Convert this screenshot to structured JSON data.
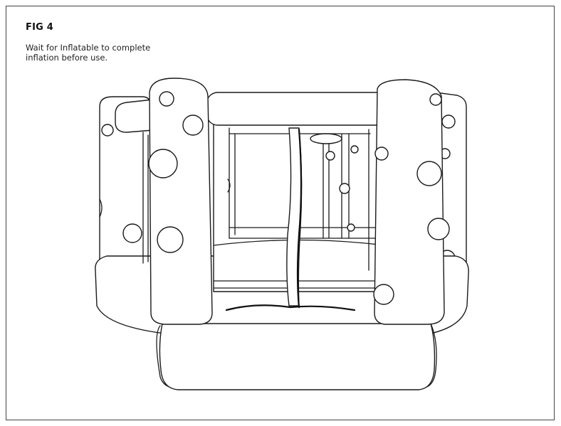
{
  "figure": {
    "label": "FIG 4",
    "caption": "Wait for Inflatable to complete inflation before use."
  },
  "illustration": {
    "subject": "inflatable-bounce-house",
    "icon": "bounce-house-line-drawing",
    "stroke_color": "#1a1a1a",
    "background_color": "#ffffff"
  }
}
